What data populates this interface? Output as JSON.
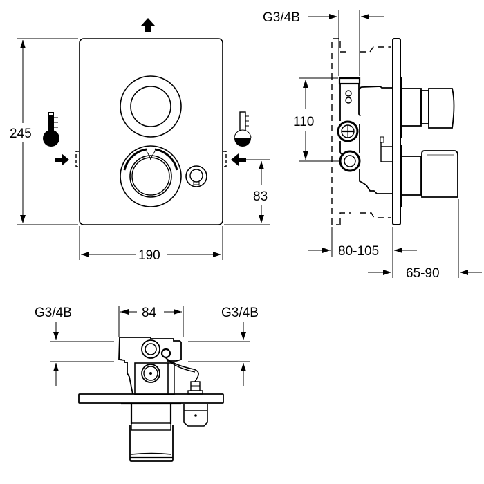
{
  "diagram": {
    "type": "technical-drawing",
    "subject": "concealed thermostatic shower mixer with cover plate",
    "views": [
      {
        "name": "front-view",
        "elements": [
          "cover-plate",
          "upper-control-ring",
          "thermostat-knob",
          "small-button",
          "outlet-arrow-up",
          "hot-inlet-left",
          "cold-inlet-right"
        ]
      },
      {
        "name": "side-view",
        "elements": [
          "wall-box-dashed",
          "valve-body",
          "cover-plate",
          "upper-handle",
          "lower-handle"
        ]
      },
      {
        "name": "top-view",
        "elements": [
          "valve-body",
          "cover-plate",
          "handle",
          "side-button"
        ]
      }
    ]
  },
  "dimensions": {
    "height": "245",
    "width": "190",
    "inlet_height": "83",
    "outlet_spacing": "110",
    "thread_side_top": "G3/4B",
    "install_depth": "80-105",
    "handle_projection": "65-90",
    "thread_left": "G3/4B",
    "body_width": "84",
    "thread_right": "G3/4B"
  },
  "icons": {
    "hot_thermometer": "thermometer-hot-icon",
    "cold_thermometer": "thermometer-cold-icon",
    "outlet_arrow": "arrow-up-icon",
    "inlet_arrow_left": "arrow-right-icon",
    "inlet_arrow_right": "arrow-left-icon"
  }
}
